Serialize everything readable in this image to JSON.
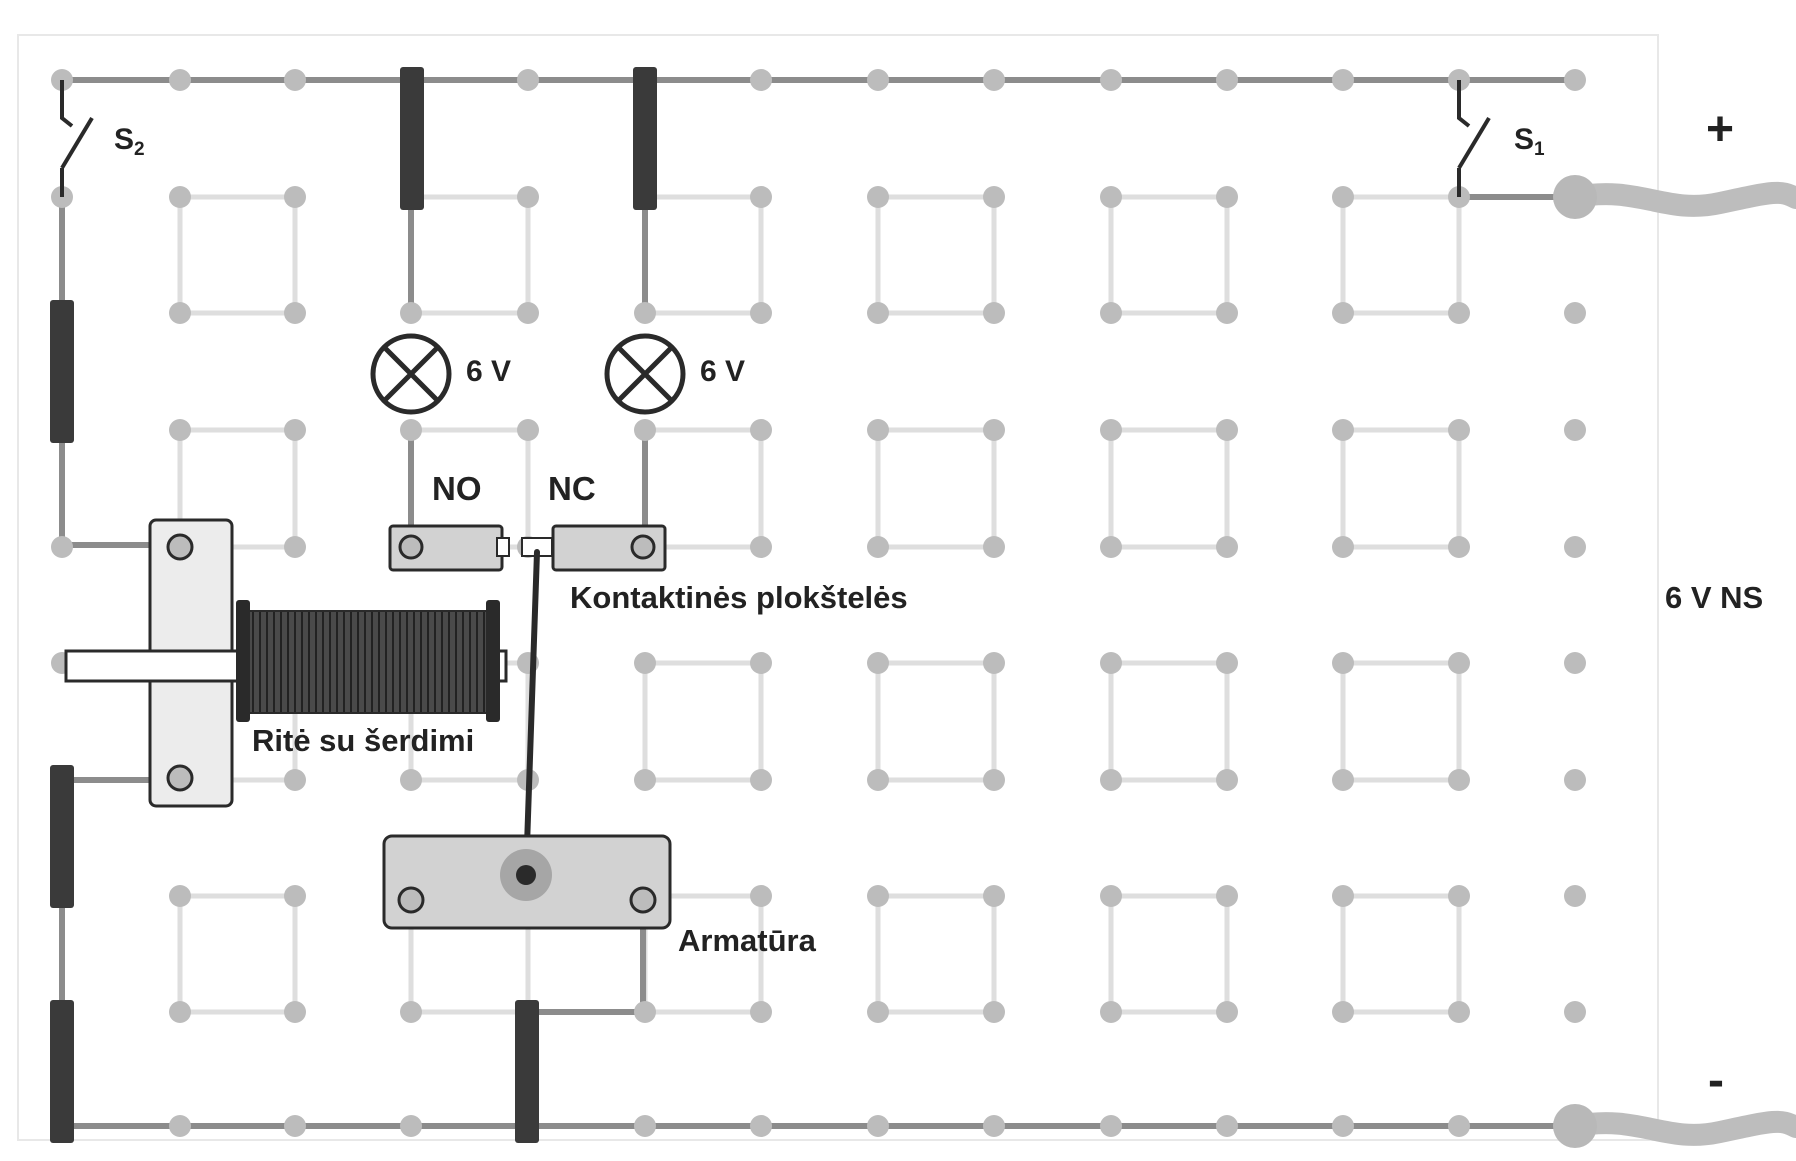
{
  "labels": {
    "switch_s2": {
      "main": "S",
      "sub": "2"
    },
    "switch_s1": {
      "main": "S",
      "sub": "1"
    },
    "plus": "+",
    "minus": "-",
    "lamp_left_voltage": "6 V",
    "lamp_right_voltage": "6 V",
    "contact_no": "NO",
    "contact_nc": "NC",
    "contact_plates": "Kontaktinės plokštelės",
    "coil": "Ritė su šerdimi",
    "armature": "Armatūra",
    "supply": "6 V NS"
  },
  "colors": {
    "grid_dot": "#bcbcbc",
    "grid_line": "#dedede",
    "wire": "#8c8c8c",
    "conductor": "#3a3a3a",
    "component_fill": "#d2d2d2",
    "text": "#222222"
  }
}
